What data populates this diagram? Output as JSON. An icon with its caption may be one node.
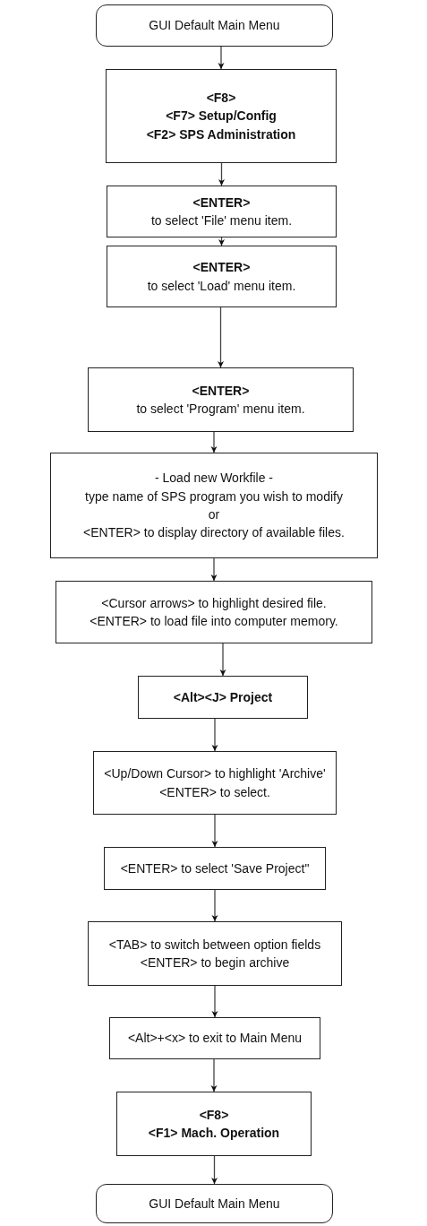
{
  "diagram": {
    "nodes": [
      {
        "text": [
          "GUI Default Main Menu"
        ]
      },
      {
        "text": [
          "<F8>",
          "<F7> Setup/Config",
          "<F2> SPS Administration"
        ]
      },
      {
        "text": [
          "<ENTER>",
          "to select 'File' menu item."
        ]
      },
      {
        "text": [
          "<ENTER>",
          "to select 'Load' menu item."
        ]
      },
      {
        "text": [
          "<ENTER>",
          "to select 'Program' menu item."
        ]
      },
      {
        "text": [
          "- Load new Workfile -",
          "type name of SPS program you wish to modify",
          "or",
          "<ENTER> to display directory of available files."
        ]
      },
      {
        "text": [
          "<Cursor arrows> to highlight desired file.",
          "<ENTER> to load file into computer memory."
        ]
      },
      {
        "text": [
          "<Alt><J> Project"
        ]
      },
      {
        "text": [
          "<Up/Down Cursor> to highlight 'Archive'",
          "<ENTER> to select."
        ]
      },
      {
        "text": [
          "<ENTER> to select 'Save Project\""
        ]
      },
      {
        "text": [
          "<TAB> to switch between option fields",
          "<ENTER> to begin archive"
        ]
      },
      {
        "text": [
          "<Alt>+<x> to exit to Main Menu"
        ]
      },
      {
        "text": [
          "<F8>",
          "<F1> Mach. Operation"
        ]
      },
      {
        "text": [
          "GUI Default Main Menu"
        ]
      }
    ],
    "edges": [
      {
        "from": 0,
        "to": 1,
        "arrow": "to"
      },
      {
        "from": 1,
        "to": 2,
        "arrow": "to"
      },
      {
        "from": 2,
        "to": 3,
        "arrow": "to"
      },
      {
        "from": 3,
        "to": 4,
        "arrow": "to"
      },
      {
        "from": 4,
        "to": 5,
        "arrow": "to"
      },
      {
        "from": 5,
        "to": 6,
        "arrow": "to"
      },
      {
        "from": 6,
        "to": 7,
        "arrow": "to"
      },
      {
        "from": 7,
        "to": 8,
        "arrow": "to"
      },
      {
        "from": 8,
        "to": 9,
        "arrow": "to"
      },
      {
        "from": 9,
        "to": 10,
        "arrow": "to"
      },
      {
        "from": 10,
        "to": 11,
        "arrow": "to"
      },
      {
        "from": 11,
        "to": 12,
        "arrow": "to"
      },
      {
        "from": 12,
        "to": 13,
        "arrow": "to"
      }
    ]
  }
}
